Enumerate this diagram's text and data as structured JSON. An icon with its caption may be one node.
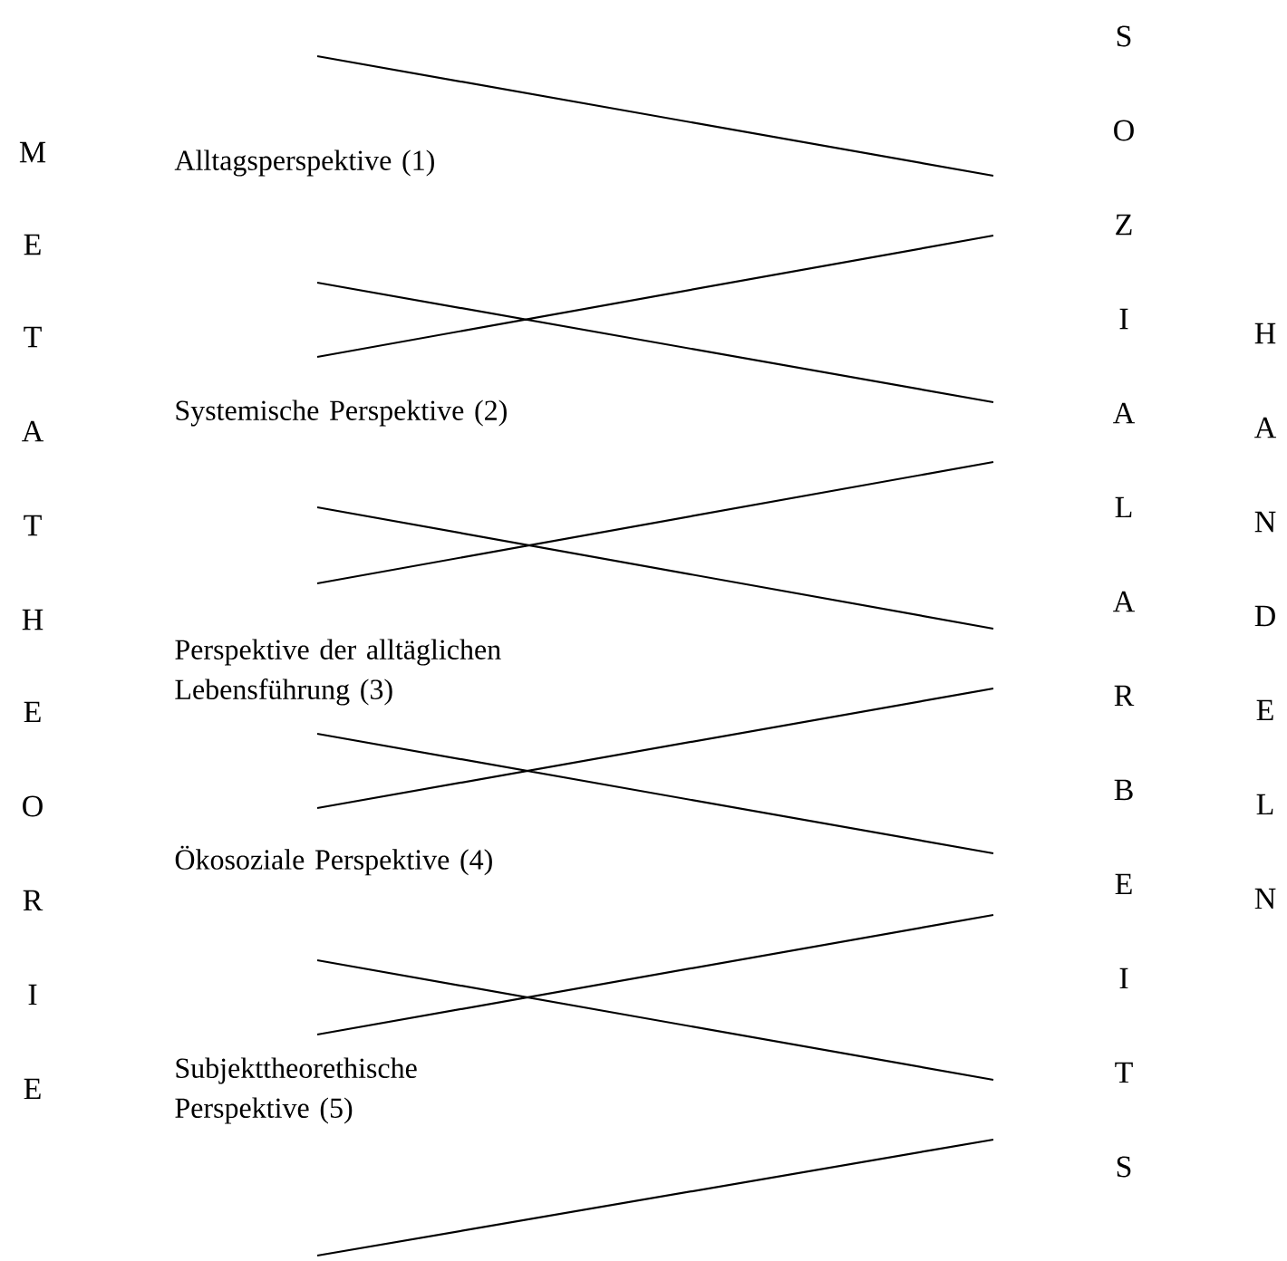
{
  "diagram": {
    "labels": [
      "M",
      "E",
      "T",
      "A",
      "T",
      "H",
      "E",
      "O",
      "R",
      "I",
      "E",
      "Alltagsperspektive (1)",
      "Systemische Perspektive (2)",
      "Perspektive der alltäglichen Lebensführung (3)",
      "Ökosoziale Perspektive (4)",
      "Subjekttheorethische Perspektive (5)",
      "S",
      "O",
      "Z",
      "I",
      "A",
      "L",
      "A",
      "R",
      "B",
      "E",
      "I",
      "T",
      "S",
      "H",
      "A",
      "N",
      "D",
      "E",
      "L",
      "N"
    ]
  }
}
